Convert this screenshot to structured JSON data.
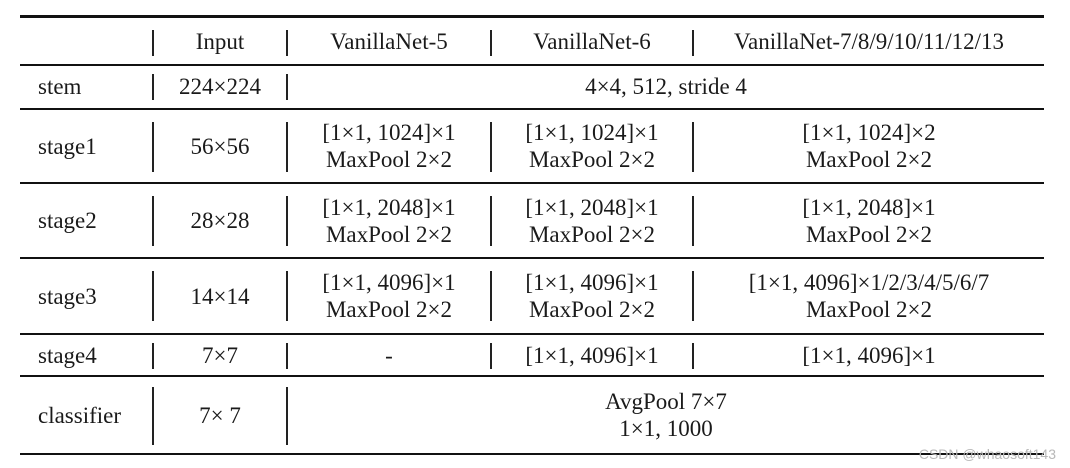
{
  "header": {
    "col0": "",
    "col1": "Input",
    "col2": "VanillaNet-5",
    "col3": "VanillaNet-6",
    "col4": "VanillaNet-7/8/9/10/11/12/13"
  },
  "rows": {
    "stem": {
      "label": "stem",
      "input": "224×224",
      "span": "4×4, 512, stride 4"
    },
    "stage1": {
      "label": "stage1",
      "input": "56×56",
      "v5": [
        "[1×1, 1024]×1",
        "MaxPool 2×2"
      ],
      "v6": [
        "[1×1, 1024]×1",
        "MaxPool 2×2"
      ],
      "v7": [
        "[1×1, 1024]×2",
        "MaxPool 2×2"
      ]
    },
    "stage2": {
      "label": "stage2",
      "input": "28×28",
      "v5": [
        "[1×1, 2048]×1",
        "MaxPool 2×2"
      ],
      "v6": [
        "[1×1, 2048]×1",
        "MaxPool 2×2"
      ],
      "v7": [
        "[1×1, 2048]×1",
        "MaxPool 2×2"
      ]
    },
    "stage3": {
      "label": "stage3",
      "input": "14×14",
      "v5": [
        "[1×1, 4096]×1",
        "MaxPool 2×2"
      ],
      "v6": [
        "[1×1, 4096]×1",
        "MaxPool 2×2"
      ],
      "v7": [
        "[1×1, 4096]×1/2/3/4/5/6/7",
        "MaxPool 2×2"
      ]
    },
    "stage4": {
      "label": "stage4",
      "input": "7×7",
      "v5": "-",
      "v6": "[1×1, 4096]×1",
      "v7": "[1×1, 4096]×1"
    },
    "classifier": {
      "label": "classifier",
      "input": "7× 7",
      "span": [
        "AvgPool 7×7",
        "1×1, 1000"
      ]
    }
  },
  "watermark": "CSDN @whaosoft143"
}
